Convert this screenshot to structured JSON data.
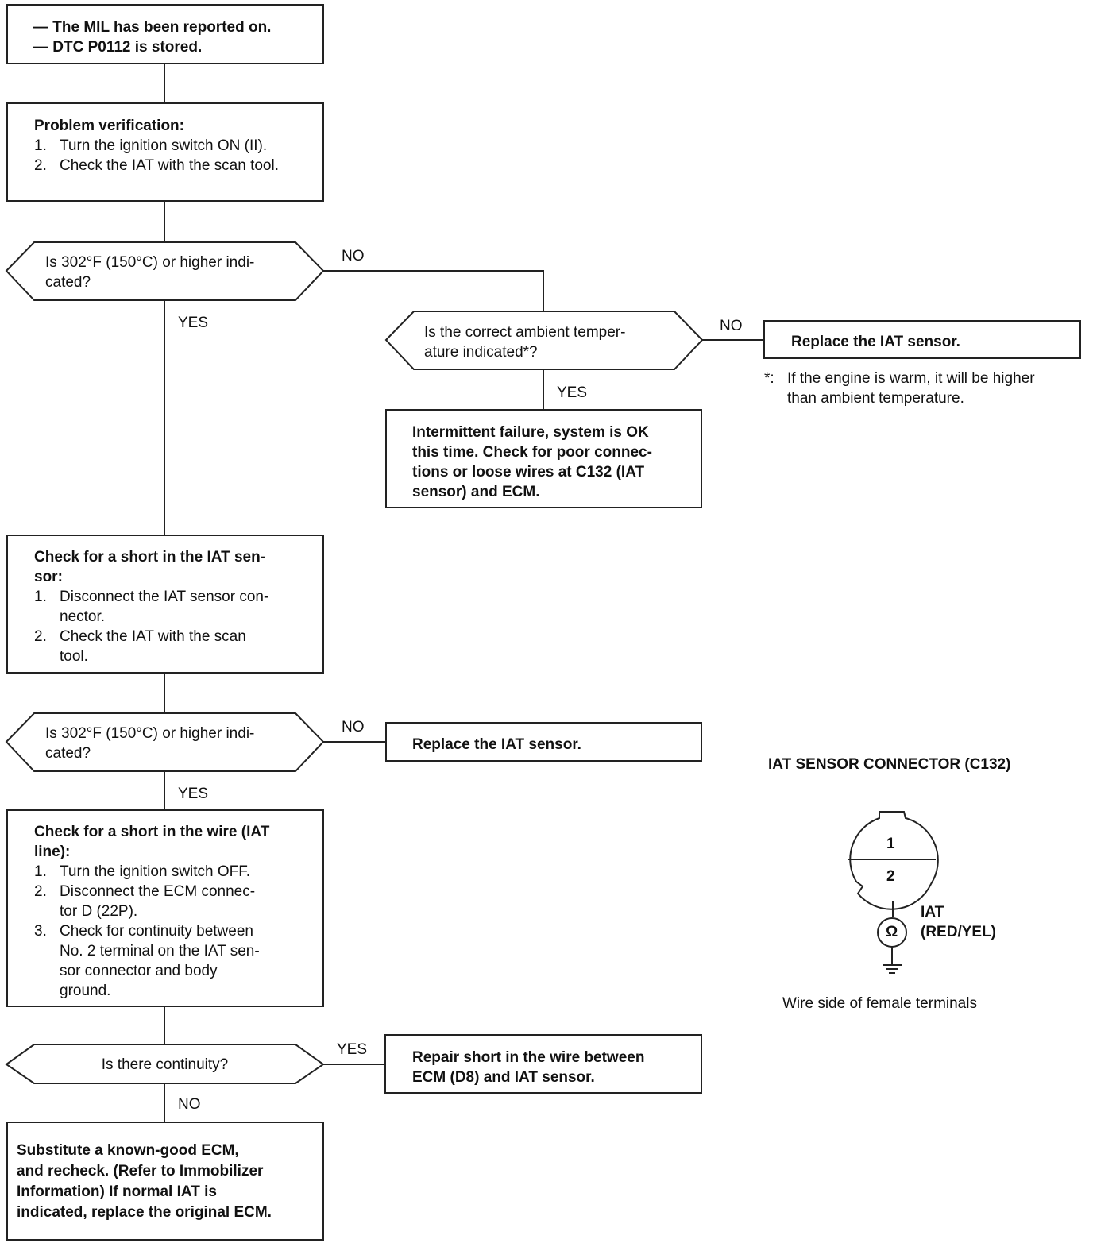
{
  "start_box": {
    "line1": "— The MIL has been reported on.",
    "line2": "— DTC P0112 is stored."
  },
  "verification": {
    "title": "Problem verification:",
    "steps": [
      {
        "num": "1.",
        "text": "Turn the ignition switch ON (II)."
      },
      {
        "num": "2.",
        "text": "Check the IAT with the scan tool."
      }
    ]
  },
  "decision1": {
    "line1": "Is 302°F (150°C) or higher indi-",
    "line2": "cated?"
  },
  "decision2": {
    "line1": "Is the correct ambient temper-",
    "line2": "ature indicated*?"
  },
  "replace_box1": "Replace the IAT sensor.",
  "footnote": {
    "mark": "*:",
    "line1": "If the engine is warm, it will be higher",
    "line2": "than ambient temperature."
  },
  "intermittent_box": {
    "line1": "Intermittent failure, system is OK",
    "line2": "this time. Check for poor connec-",
    "line3": "tions or loose wires at C132 (IAT",
    "line4": "sensor) and ECM."
  },
  "check_short_sensor": {
    "title1": "Check for a short in the IAT sen-",
    "title2": "sor:",
    "steps": [
      {
        "num": "1.",
        "l1": "Disconnect the IAT sensor con-",
        "l2": "nector."
      },
      {
        "num": "2.",
        "l1": "Check the IAT with the scan",
        "l2": "tool."
      }
    ]
  },
  "decision3": {
    "line1": "Is 302°F (150°C) or higher indi-",
    "line2": "cated?"
  },
  "replace_box2": "Replace the IAT sensor.",
  "check_short_wire": {
    "title1": "Check for a short in the wire (IAT",
    "title2": "line):",
    "steps": [
      {
        "num": "1.",
        "l1": "Turn the ignition switch OFF.",
        "l2": ""
      },
      {
        "num": "2.",
        "l1": "Disconnect the ECM connec-",
        "l2": "tor D (22P)."
      },
      {
        "num": "3.",
        "l1": "Check for continuity between",
        "l2": "No. 2 terminal on the IAT sen-",
        "l3": "sor connector and body",
        "l4": "ground."
      }
    ]
  },
  "decision4": {
    "line1": "Is there continuity?"
  },
  "repair_box": {
    "line1": "Repair short in the wire between",
    "line2": "ECM (D8) and IAT sensor."
  },
  "substitute_box": {
    "line1": "Substitute a known-good ECM,",
    "line2": "and recheck. (Refer to Immobilizer",
    "line3": "Information) If normal IAT is",
    "line4": "indicated, replace the original ECM."
  },
  "labels": {
    "no": "NO",
    "yes": "YES"
  },
  "connector": {
    "title": "IAT SENSOR CONNECTOR (C132)",
    "pin1": "1",
    "pin2": "2",
    "ohm": "Ω",
    "wire_name": "IAT",
    "wire_color": "(RED/YEL)",
    "caption": "Wire side of female terminals"
  }
}
